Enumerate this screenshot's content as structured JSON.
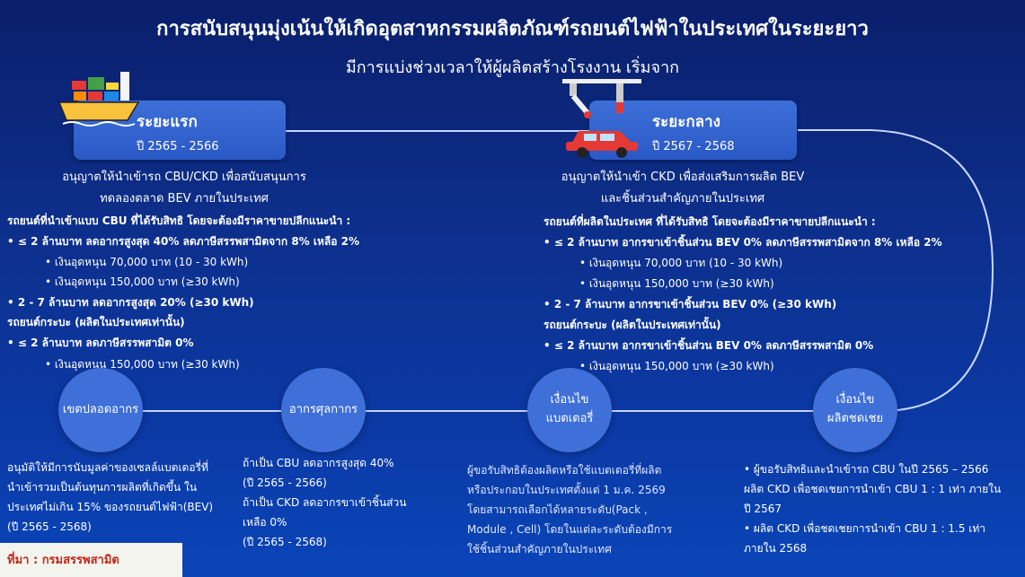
{
  "title": "การสนับสนุนมุ่งเน้นให้เกิดอุตสาหกรรมผลิตภัณฑ์รถยนต์ไฟฟ้าในประเทศในระยะยาว",
  "subtitle": "มีการแบ่งช่วงเวลาให้ผู้ผลิตสร้างโรงงาน เริ่มจาก",
  "phase1": {
    "name": "ระยะแรก",
    "years": "ปี 2565 - 2566",
    "desc1": "อนุญาตให้นำเข้ารถ CBU/CKD เพื่อสนับสนุนการ",
    "desc2": "ทดลองตลาด BEV ภายในประเทศ",
    "h1": "รถยนต์ที่นำเข้าแบบ CBU ที่ได้รับสิทธิ โดยจะต้องมีราคาขายปลีกแนะนำ :",
    "b1": "•     ≤ 2 ล้านบาท ลดอากรสูงสุด 40% ลดภาษีสรรพสามิตจาก 8% เหลือ 2%",
    "s1": "•     เงินอุดหนุน 70,000 บาท (10 - 30 kWh)",
    "s2": "•     เงินอุดหนุน 150,000 บาท (≥30 kWh)",
    "b2": "•     2 - 7 ล้านบาท ลดอากรสูงสุด 20% (≥30 kWh)",
    "h2": "รถยนต์กระบะ (ผลิตในประเทศเท่านั้น)",
    "b3": "•     ≤ 2 ล้านบาท ลดภาษีสรรพสามิต 0%",
    "s3": "•     เงินอุดหนุน 150,000 บาท (≥30 kWh)"
  },
  "phase2": {
    "name": "ระยะกลาง",
    "years": "ปี 2567 - 2568",
    "desc1": "อนุญาตให้นำเข้า CKD เพื่อส่งเสริมการผลิต BEV",
    "desc2": "และชิ้นส่วนสำคัญภายในประเทศ",
    "h1": "รถยนต์ที่ผลิตในประเทศ ที่ได้รับสิทธิ โดยจะต้องมีราคาขายปลีกแนะนำ :",
    "b1": "•     ≤ 2 ล้านบาท อากรขาเข้าชิ้นส่วน BEV 0% ลดภาษีสรรพสามิตจาก 8% เหลือ 2%",
    "s1": "•     เงินอุดหนุน 70,000 บาท (10 - 30 kWh)",
    "s2": "•     เงินอุดหนุน 150,000 บาท (≥30 kWh)",
    "b2": "•     2 - 7 ล้านบาท อากรขาเข้าชิ้นส่วน BEV 0% (≥30 kWh)",
    "h2": "รถยนต์กระบะ (ผลิตในประเทศเท่านั้น)",
    "b3": "•     ≤ 2 ล้านบาท อากรขาเข้าชิ้นส่วน BEV 0%  ลดภาษีสรรพสามิต 0%",
    "s3": "•     เงินอุดหนุน 150,000 บาท (≥30 kWh)"
  },
  "circles": {
    "c1": "เขตปลอดอากร",
    "c2": "อากรศุลกากร",
    "c3a": "เงื่อนไข",
    "c3b": "แบตเตอรี่",
    "c4a": "เงื่อนไข",
    "c4b": "ผลิตชดเชย"
  },
  "notes": {
    "n1": [
      "อนุมัติให้มีการนับมูลค่าของเซลล์แบตเตอรี่ที่",
      "นำเข้ารวมเป็นต้นทุนการผลิตที่เกิดขึ้น ใน",
      "ประเทศไม่เกิน 15% ของรถยนต์ไฟฟ้า(BEV)",
      "(ปี 2565 - 2568)"
    ],
    "n2": [
      "ถ้าเป็น CBU ลดอากรสูงสุด 40%",
      "(ปี 2565 - 2566)",
      "ถ้าเป็น CKD ลดอากรขาเข้าชิ้นส่วน",
      "เหลือ 0%",
      "(ปี 2565 - 2568)"
    ],
    "n3": [
      "ผู้ขอรับสิทธิต้องผลิตหรือใช้แบตเตอรี่ที่ผลิต",
      "หรือประกอบในประเทศตั้งแต่ 1 ม.ค. 2569",
      "โดยสามารถเลือกได้หลายระดับ(Pack ,",
      "Module , Cell) โดยในแต่ละระดับต้องมีการ",
      "ใช้ชิ้นส่วนสำคัญภายในประเทศ"
    ],
    "n4": [
      "• ผู้ขอรับสิทธิและนำเข้ารถ CBU ในปี 2565 – 2566",
      "ผลิต CKD เพื่อชดเชยการนำเข้า CBU 1 : 1 เท่า ภายใน",
      "ปี 2567",
      "• ผลิต CKD เพื่อชดเชยการนำเข้า CBU 1 : 1.5 เท่า",
      "ภายใน 2568"
    ]
  },
  "source": "ที่มา : กรมสรรพสามิต",
  "colors": {
    "bg_top": "#0a1f6b",
    "bg_bottom": "#0a45b8",
    "box": "#3d6fd8",
    "source_text": "#c0281a"
  }
}
